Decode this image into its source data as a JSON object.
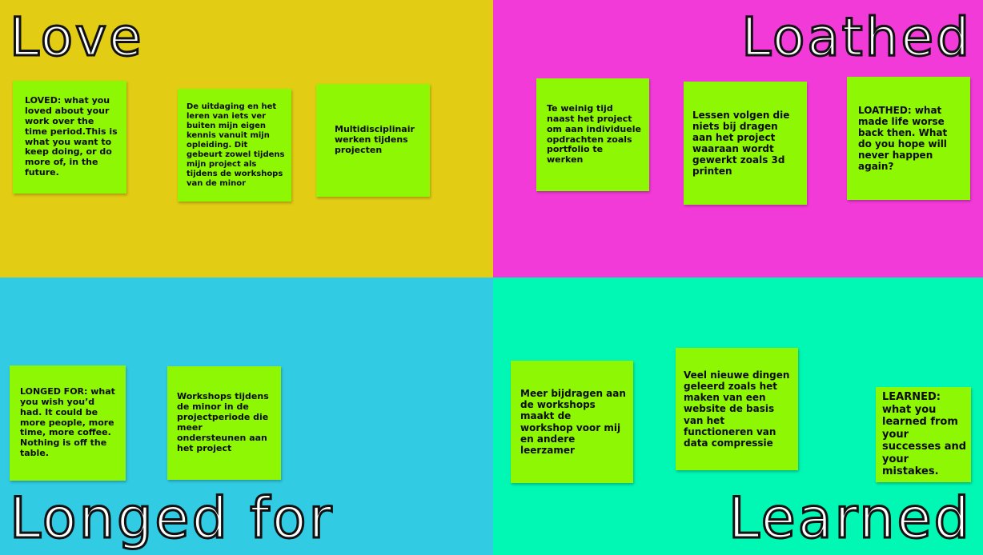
{
  "quadrants": {
    "love": {
      "title": "Love",
      "color": "#e2cc14",
      "notes": [
        "LOVED: what you loved about your work over the time period.This is what you want to keep doing, or do more of, in the future.",
        "De uitdaging en het leren van iets ver buiten mijn eigen kennis vanuit mijn opleiding. Dit gebeurt zowel tijdens mijn project als tijdens de workshops van de minor",
        "Multidisciplinair werken tijdens projecten"
      ]
    },
    "loathed": {
      "title": "Loathed",
      "color": "#f23ad8",
      "notes": [
        "Te weinig tijd naast het project om aan individuele opdrachten zoals portfolio te werken",
        "Lessen volgen die niets bij dragen aan het project waaraan wordt gewerkt zoals 3d printen",
        "LOATHED: what made life worse back then. What do you hope will never happen again?"
      ]
    },
    "longed_for": {
      "title": "Longed for",
      "color": "#31cbe3",
      "notes": [
        "LONGED FOR: what you wish you’d had. It could be more people, more time, more coffee. Nothing is off the table.",
        "Workshops tijdens de minor in de projectperiode die meer ondersteunen aan het project"
      ]
    },
    "learned": {
      "title": "Learned",
      "color": "#00f7b4",
      "notes": [
        "Meer bijdragen aan de workshops maakt de workshop voor mij en andere leerzamer",
        "Veel nieuwe dingen geleerd zoals het maken van een website de basis van het functioneren van data compressie",
        "LEARNED: what you learned from your successes and your mistakes."
      ]
    }
  },
  "note_color": "#8ef704"
}
